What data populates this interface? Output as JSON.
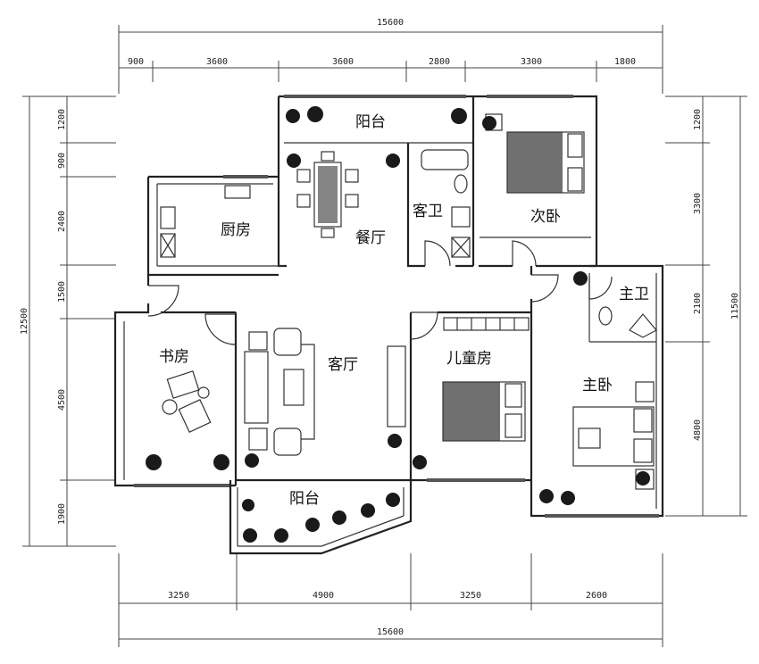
{
  "dimensions": {
    "top_total": "15600",
    "top": [
      "900",
      "3600",
      "3600",
      "2800",
      "3300",
      "1800"
    ],
    "bottom": [
      "3250",
      "4900",
      "3250",
      "2600"
    ],
    "bottom_total": "15600",
    "left": [
      "1200",
      "900",
      "2400",
      "1500",
      "4500",
      "1900"
    ],
    "left_total": "12500",
    "right": [
      "1200",
      "3300",
      "2100",
      "4800"
    ],
    "right_total": "11500"
  },
  "rooms": {
    "balcony_top": "阳台",
    "dining": "餐厅",
    "kitchen": "厨房",
    "guest_bath": "客卫",
    "second_bedroom": "次卧",
    "master_bath": "主卫",
    "study": "书房",
    "living": "客厅",
    "kids_room": "儿童房",
    "master_bedroom": "主卧",
    "balcony_bottom": "阳台"
  }
}
